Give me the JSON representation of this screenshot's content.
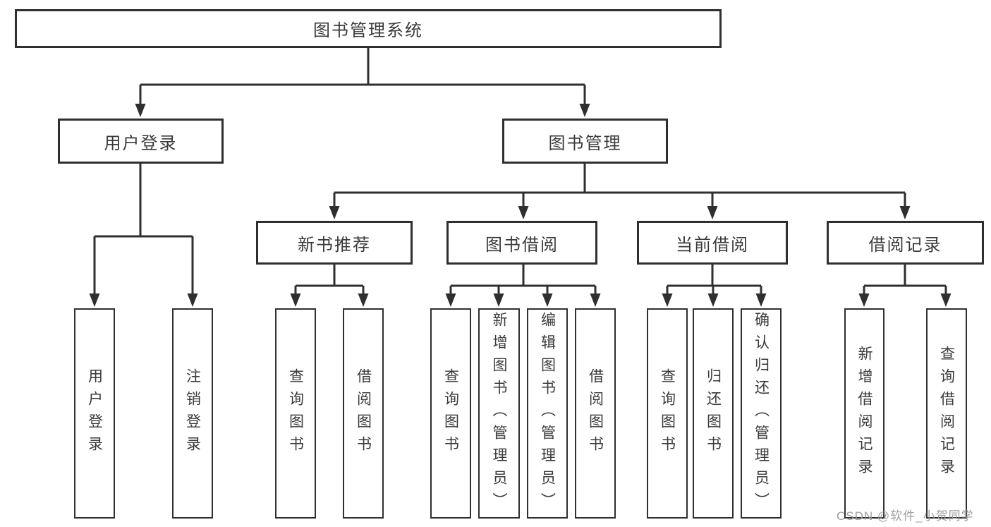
{
  "diagram": {
    "root": {
      "label": "图书管理系统"
    },
    "user_login": {
      "label": "用户登录",
      "children": [
        {
          "label": "用户登录"
        },
        {
          "label": "注销登录"
        }
      ]
    },
    "book_management": {
      "label": "图书管理",
      "sections": [
        {
          "label": "新书推荐",
          "children": [
            {
              "label": "查询图书"
            },
            {
              "label": "借阅图书"
            }
          ]
        },
        {
          "label": "图书借阅",
          "children": [
            {
              "label": "查询图书"
            },
            {
              "label": "新增图书（管理员）"
            },
            {
              "label": "编辑图书（管理员）"
            },
            {
              "label": "借阅图书"
            }
          ]
        },
        {
          "label": "当前借阅",
          "children": [
            {
              "label": "查询图书"
            },
            {
              "label": "归还图书"
            },
            {
              "label": "确认归还（管理员）"
            }
          ]
        },
        {
          "label": "借阅记录",
          "children": [
            {
              "label": "新增借阅记录"
            },
            {
              "label": "查询借阅记录"
            }
          ]
        }
      ]
    }
  },
  "watermark": {
    "text": "CSDN @软件_小贺同学"
  },
  "colors": {
    "line": "#2f2f2f",
    "text": "#3a3a3a",
    "watermark": "#9a9a9a",
    "background": "#ffffff"
  }
}
